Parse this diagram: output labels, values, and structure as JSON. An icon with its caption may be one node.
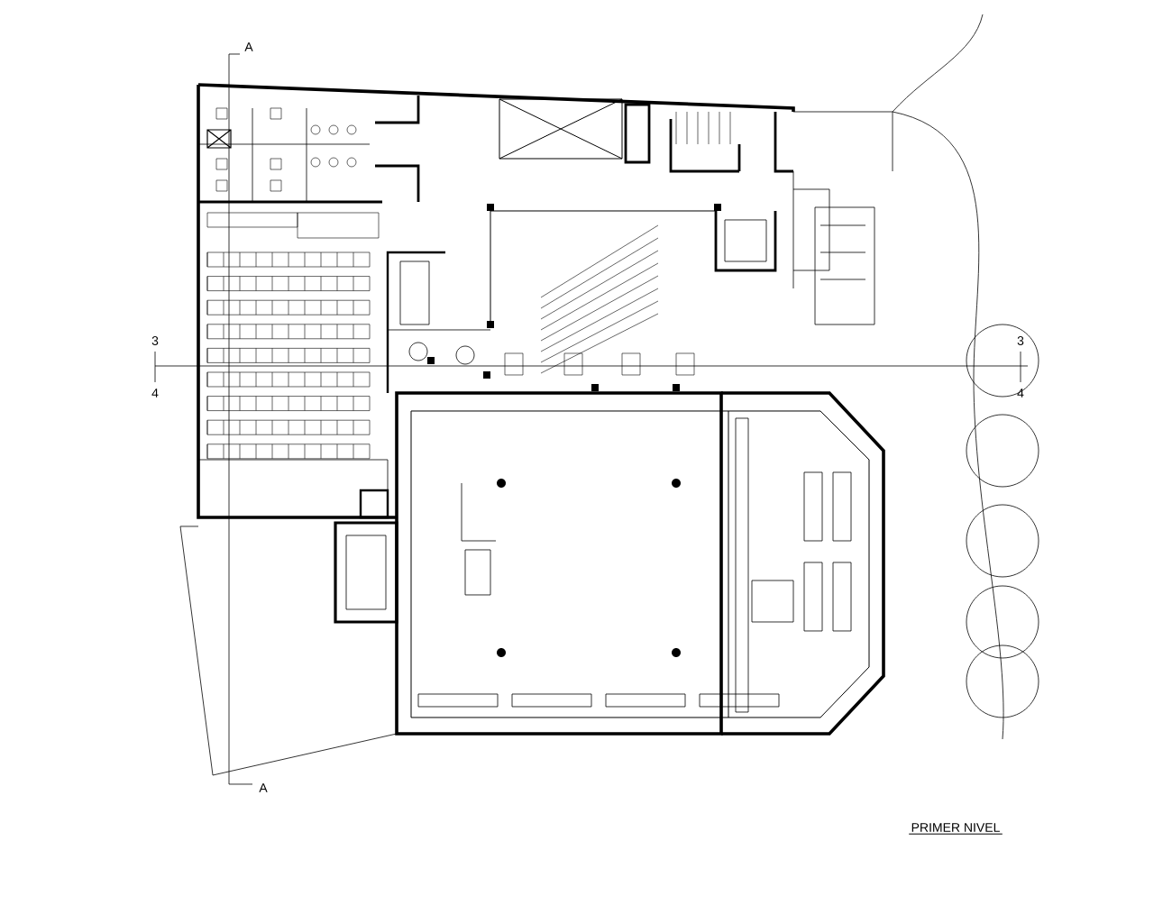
{
  "diagram": {
    "title": "PRIMER NIVEL",
    "labels": [
      "A",
      "3",
      "3",
      "4",
      "4",
      "A"
    ]
  }
}
